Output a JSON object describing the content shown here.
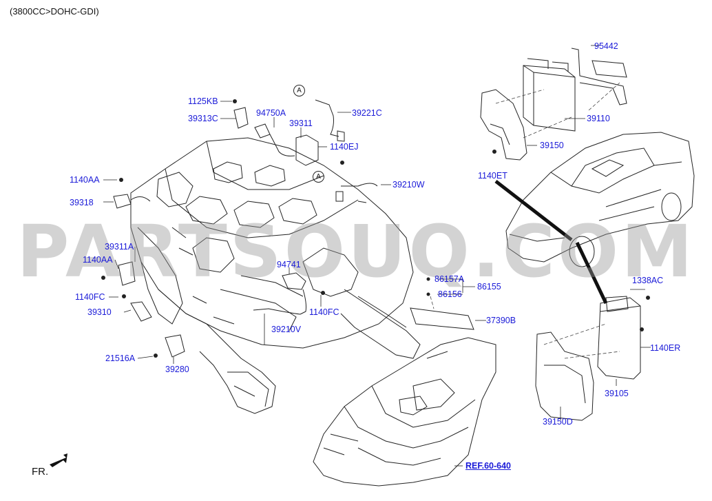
{
  "header": {
    "engine_label": "(3800CC>DOHC-GDI)"
  },
  "watermark": "PARTSOUQ.COM",
  "orientation": {
    "front_label": "FR."
  },
  "callouts": {
    "a1": "A",
    "a2": "A"
  },
  "reference": {
    "label": "REF.60-640"
  },
  "colors": {
    "label": "#1a1ad8",
    "line": "#222222",
    "watermark": "#969696"
  },
  "labels": {
    "p1125KB": "1125KB",
    "p39313C": "39313C",
    "p94750A": "94750A",
    "p39221C": "39221C",
    "p39311": "39311",
    "p1140EJ": "1140EJ",
    "p1140AA_top": "1140AA",
    "p39318": "39318",
    "p39210W": "39210W",
    "p39311A": "39311A",
    "p1140AA_mid": "1140AA",
    "p94741": "94741",
    "p1140FC_left": "1140FC",
    "p39310": "39310",
    "p1140FC_mid": "1140FC",
    "p39210V": "39210V",
    "p21516A": "21516A",
    "p39280": "39280",
    "p86157A": "86157A",
    "p86155": "86155",
    "p86156": "86156",
    "p37390B": "37390B",
    "p95442": "95442",
    "p39110": "39110",
    "p39150": "39150",
    "p1140ET": "1140ET",
    "p1338AC": "1338AC",
    "p1140ER": "1140ER",
    "p39105": "39105",
    "p39150D": "39150D"
  }
}
